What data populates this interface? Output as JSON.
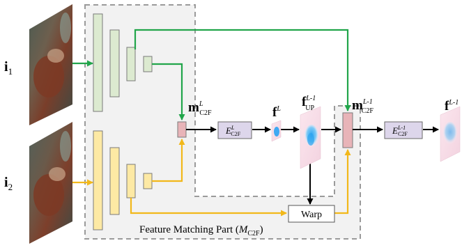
{
  "inputs": {
    "i1": {
      "base": "i",
      "sub": "1"
    },
    "i2": {
      "base": "i",
      "sub": "2"
    }
  },
  "labels": {
    "m_L": {
      "base": "m",
      "sup": "L",
      "sub": "C2F"
    },
    "E_L": {
      "base": "E",
      "sup": "L",
      "sub": "C2F"
    },
    "f_L": {
      "base": "f",
      "sup": "L"
    },
    "f_up": {
      "base": "f",
      "sup": "L-1",
      "sub": "UP"
    },
    "m_L1": {
      "base": "m",
      "sup": "L-1",
      "sub": "C2F"
    },
    "E_L1": {
      "base": "E",
      "sup": "L-1",
      "sub": "C2F"
    },
    "f_L1": {
      "base": "f",
      "sup": "L-1"
    }
  },
  "warp_label": "Warp",
  "part_caption": {
    "text": "Feature Matching Part (",
    "symbol": "M",
    "sub": "C2F",
    "close": ")"
  },
  "colors": {
    "green_arrow": "#21a54a",
    "yellow_arrow": "#f2b81a",
    "green_block": "#dcead0",
    "yellow_block": "#fde9a4",
    "pink_block": "#e8b4b8",
    "encoder_block": "#ddd6eb",
    "region_fill": "#f2f2f2",
    "dashed_border": "#9a9a9a",
    "flow_blue": "#49b6f5"
  }
}
